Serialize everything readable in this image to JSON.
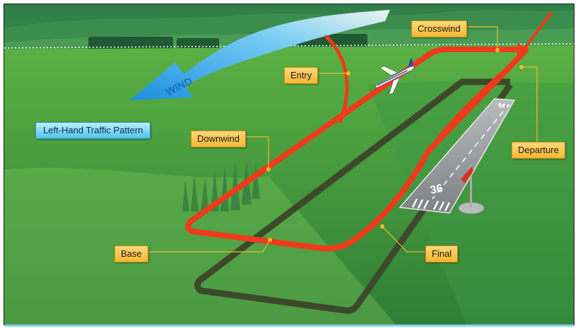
{
  "title": "Left-Hand Traffic Pattern",
  "wind_label": "WIND",
  "runway_number": "36",
  "runway_far_number": "18",
  "legs": {
    "entry": "Entry",
    "crosswind": "Crosswind",
    "downwind": "Downwind",
    "departure": "Departure",
    "base": "Base",
    "final": "Final"
  },
  "colors": {
    "pattern_line": "#f03a1c",
    "callout_fill": "#f7b733",
    "title_fill": "#4fc3ee",
    "wind_arrow": "#2ea7e8",
    "grass": "#4fa83a"
  }
}
